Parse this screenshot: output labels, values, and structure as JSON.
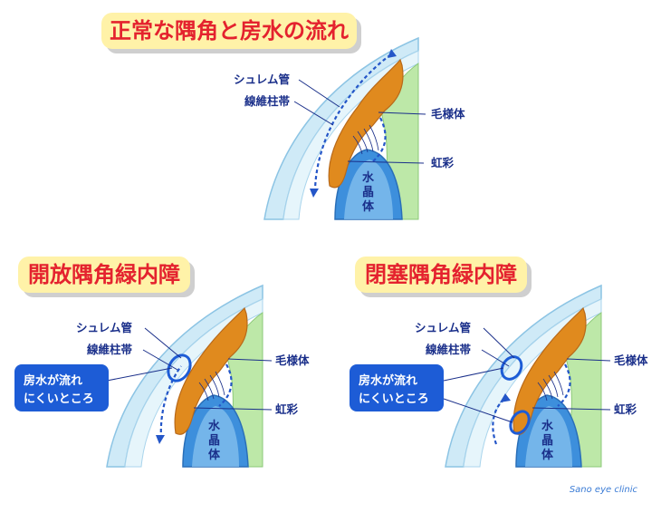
{
  "colors": {
    "title_bg": "#fff2a8",
    "title_text": "#e4222e",
    "cornea_outer": "#d5eef9",
    "cornea_inner": "#eaf7fc",
    "iris": "#e08a1e",
    "ciliary": "#b8e6a4",
    "lens": "#3d8fdc",
    "label": "#1a2f8a",
    "flow": "#2456c8",
    "callout_bg": "#1d5cd6"
  },
  "sections": [
    {
      "title": "正常な隅角と房水の流れ",
      "labels": {
        "schlemm": "シュレム管",
        "trabecular": "線維柱帯",
        "ciliary": "毛様体",
        "iris": "虹彩",
        "lens": [
          "水",
          "晶",
          "体"
        ]
      }
    },
    {
      "title": "開放隅角緑内障",
      "labels": {
        "schlemm": "シュレム管",
        "trabecular": "線維柱帯",
        "ciliary": "毛様体",
        "iris": "虹彩",
        "lens": [
          "水",
          "晶",
          "体"
        ]
      },
      "callout": [
        "房水が流れ",
        "にくいところ"
      ]
    },
    {
      "title": "閉塞隅角緑内障",
      "labels": {
        "schlemm": "シュレム管",
        "trabecular": "線維柱帯",
        "ciliary": "毛様体",
        "iris": "虹彩",
        "lens": [
          "水",
          "晶",
          "体"
        ]
      },
      "callout": [
        "房水が流れ",
        "にくいところ"
      ]
    }
  ],
  "credit": "Sano eye clinic"
}
